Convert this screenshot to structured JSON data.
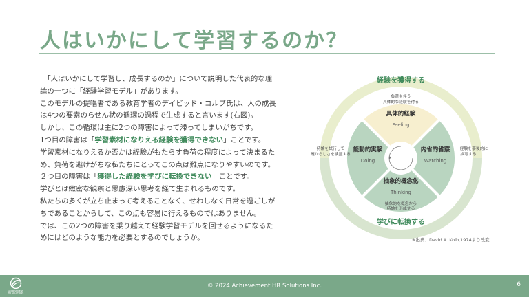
{
  "slide": {
    "title": "人はいかにして学習するのか？",
    "paragraphs": [
      [
        {
          "t": "　「人はいかにして学習し、成長するのか」について説明した代表的な理"
        }
      ],
      [
        {
          "t": "論の一つに「経験学習モデル」があります。"
        }
      ],
      [
        {
          "t": "このモデルの提唱者である教育学者のデイビッド・コルブ氏は、人の成長"
        }
      ],
      [
        {
          "t": "は4つの要素のらせん状の循環の過程で生成すると言います(右図)。"
        }
      ],
      [
        {
          "t": "しかし、この循環は主に2つの障害によって滞ってしまいがちです。"
        }
      ],
      [
        {
          "t": "1つ目の障害は「"
        },
        {
          "t": "学習素材になりえる経験を獲得できない",
          "hl": true
        },
        {
          "t": "」ことです。"
        }
      ],
      [
        {
          "t": "学習素材になりえるか否かは経験がもたらす負荷の程度によって決まるた"
        }
      ],
      [
        {
          "t": "め、負荷を避けがちな私たちにとってこの点は難点になりやすいのです。"
        }
      ],
      [
        {
          "t": "２つ目の障害は「"
        },
        {
          "t": "獲得した経験を学びに転換できない",
          "hl": true
        },
        {
          "t": "」ことです。"
        }
      ],
      [
        {
          "t": "学びとは緻密な観察と思慮深い思考を経て生まれるものです。"
        }
      ],
      [
        {
          "t": "私たちの多くが立ち止まって考えることなく、せわしなく日常を過ごしが"
        }
      ],
      [
        {
          "t": "ちであることからして、この点も容易に行えるものではありません。"
        }
      ],
      [
        {
          "t": "では、この2つの障害を乗り越えて経験学習モデルを回せるようになるた"
        }
      ],
      [
        {
          "t": "めにはどのような能力を必要とするのでしょうか。"
        }
      ]
    ]
  },
  "diagram": {
    "outer_top_label": "経験を獲得する",
    "outer_bottom_label": "学びに転換する",
    "top_note": [
      "負荷を伴う",
      "具体的な経験を得る"
    ],
    "right_note": [
      "経験を事後的に",
      "描写する"
    ],
    "bottom_note": [
      "抽象的な概念から",
      "持論を形成する"
    ],
    "left_note": [
      "持論を試行して",
      "確からしさを検証する"
    ],
    "quadrants": {
      "top": {
        "title": "具体的経験",
        "sub": "Feeling"
      },
      "right": {
        "title": "内省的省察",
        "sub": "Watching"
      },
      "bottom": {
        "title": "抽象的概念化",
        "sub": "Thinking"
      },
      "left": {
        "title": "能動的実験",
        "sub": "Doing"
      }
    },
    "source": "※出典：David A. Kolb,1974より改変"
  },
  "footer": {
    "copyright": "© 2024 Achievement HR Solutions Inc.",
    "page_number": "6",
    "logo_text": [
      "ACHIEVEMENT",
      "HR SOLUTIONS"
    ]
  },
  "colors": {
    "accent": "#7aa889",
    "highlight": "#3f8a5b",
    "top_quadrant": "#f7efcf",
    "other_quadrants": "#b9d5c0",
    "outer_ring": "#e6ecd0",
    "footer": "#7aa889"
  }
}
